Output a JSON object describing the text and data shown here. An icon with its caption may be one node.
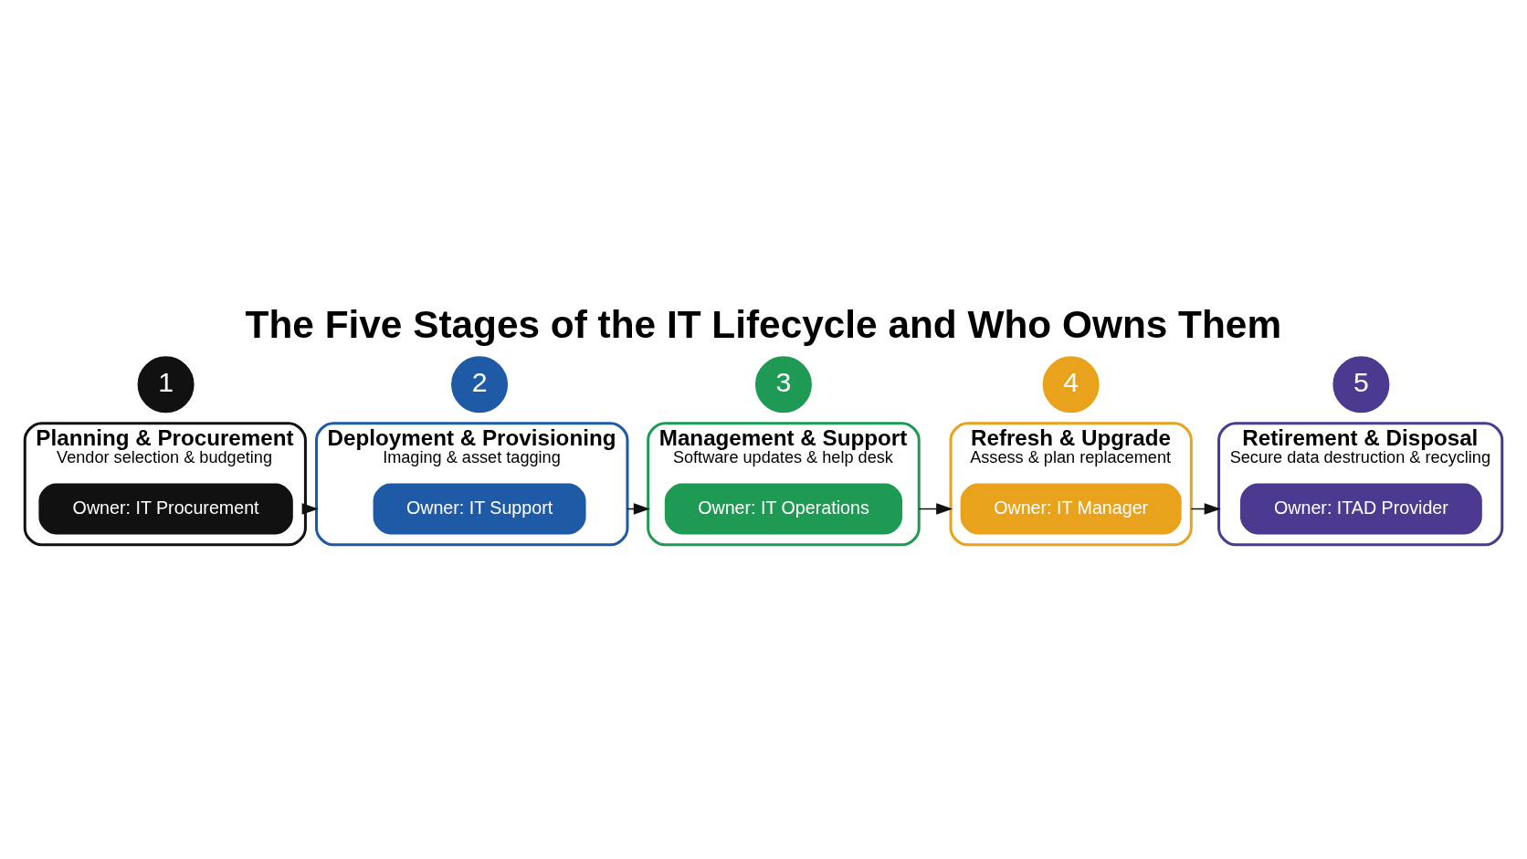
{
  "diagram": {
    "title": "The Five Stages of the IT Lifecycle and Who Owns Them",
    "nodes": [
      {
        "text": [
          "1"
        ]
      },
      {
        "text": [
          "Planning & Procurement",
          "Vendor selection & budgeting"
        ]
      },
      {
        "text": [
          "Owner: IT Procurement"
        ],
        "in": 1
      },
      {
        "text": [
          "2"
        ]
      },
      {
        "text": [
          "Deployment & Provisioning",
          "Imaging & asset tagging"
        ]
      },
      {
        "text": [
          "Owner: IT Support"
        ],
        "in": 4
      },
      {
        "text": [
          "3"
        ]
      },
      {
        "text": [
          "Management & Support",
          "Software updates & help desk"
        ]
      },
      {
        "text": [
          "Owner: IT Operations"
        ],
        "in": 7
      },
      {
        "text": [
          "4"
        ]
      },
      {
        "text": [
          "Refresh & Upgrade",
          "Assess & plan replacement"
        ]
      },
      {
        "text": [
          "Owner: IT Manager"
        ],
        "in": 10
      },
      {
        "text": [
          "5"
        ]
      },
      {
        "text": [
          "Retirement & Disposal",
          "Secure data destruction & recycling"
        ]
      },
      {
        "text": [
          "Owner: ITAD Provider"
        ],
        "in": 13
      }
    ],
    "edges": [
      {
        "from": 1,
        "to": 4,
        "arrow": "to"
      },
      {
        "from": 4,
        "to": 7,
        "arrow": "to"
      },
      {
        "from": 7,
        "to": 10,
        "arrow": "to"
      },
      {
        "from": 10,
        "to": 13,
        "arrow": "to"
      }
    ]
  }
}
